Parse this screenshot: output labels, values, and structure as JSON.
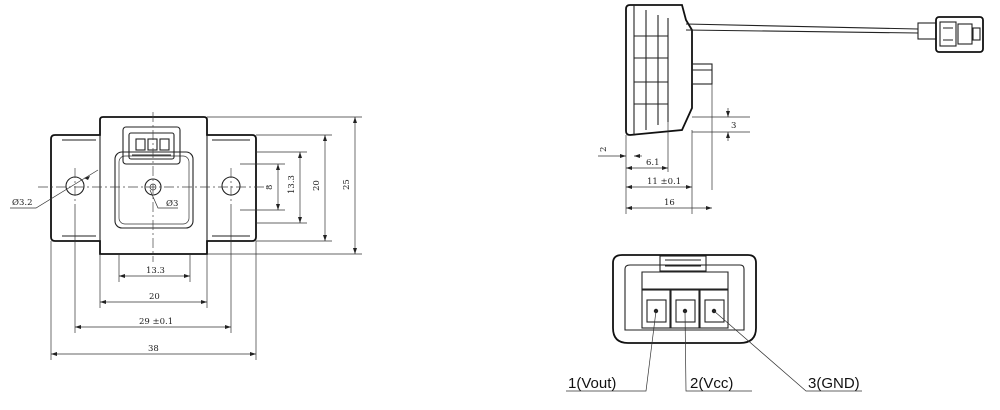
{
  "front_view": {
    "dim_hole_dia": "Ø3.2",
    "dim_center_dia": "Ø3",
    "dim_width_13_3": "13.3",
    "dim_width_20": "20",
    "dim_hole_spacing": "29 ±0.1",
    "dim_overall_width": "38",
    "dim_height_8": "8",
    "dim_height_13_3": "13.3",
    "dim_height_20": "20",
    "dim_overall_height": "25"
  },
  "side_view": {
    "dim_3": "3",
    "dim_2": "2",
    "dim_6_1": "6.1",
    "dim_11": "11 ±0.1",
    "dim_16": "16"
  },
  "connector_view": {
    "pins": [
      {
        "label": "1(Vout)"
      },
      {
        "label": "2(Vcc)"
      },
      {
        "label": "3(GND)"
      }
    ]
  }
}
